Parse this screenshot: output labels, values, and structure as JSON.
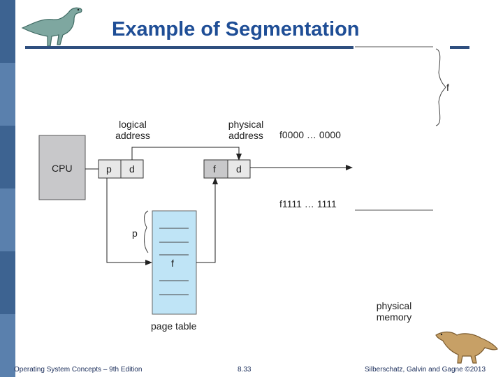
{
  "slide": {
    "title": "Example of Segmentation"
  },
  "diagram": {
    "cpu_label": "CPU",
    "logical_address_label_line1": "logical",
    "logical_address_label_line2": "address",
    "physical_address_label_line1": "physical",
    "physical_address_label_line2": "address",
    "logical_p": "p",
    "logical_d": "d",
    "physical_f": "f",
    "physical_d": "d",
    "page_table_p": "p",
    "page_table_f": "f",
    "page_table_label": "page table",
    "memory_start": "f0000 … 0000",
    "memory_end": "f1111 … 1111",
    "memory_f": "f",
    "physical_memory_line1": "physical",
    "physical_memory_line2": "memory"
  },
  "footer": {
    "left": "Operating System Concepts – 9th Edition",
    "center": "8.33",
    "right": "Silberschatz, Galvin and Gagne ©2013"
  }
}
